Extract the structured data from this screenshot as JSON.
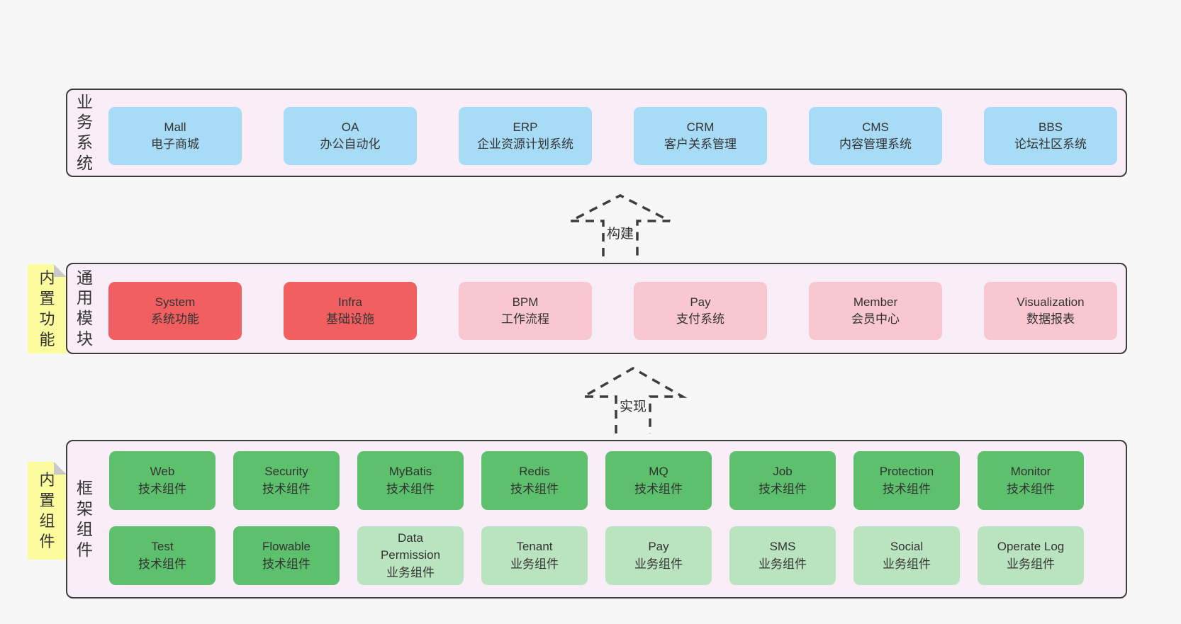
{
  "colors": {
    "page_bg": "#f7f7f7",
    "band_bg": "#f9eef7",
    "band_border": "#3d3d3d",
    "box_blue": "#a7dbf6",
    "box_red": "#f15f60",
    "box_pink": "#f9c7cf",
    "box_green_dark": "#5cc06d",
    "box_green_light": "#b9e4bf",
    "note_yellow": "#fcfc9e",
    "note_fold_gray": "#c9c9c9",
    "text": "#333333"
  },
  "arrows": [
    {
      "label": "构建"
    },
    {
      "label": "实现"
    }
  ],
  "bands": [
    {
      "label": "业务系统",
      "boxes": [
        {
          "title": "Mall",
          "subtitle": "电子商城"
        },
        {
          "title": "OA",
          "subtitle": "办公自动化"
        },
        {
          "title": "ERP",
          "subtitle": "企业资源计划系统"
        },
        {
          "title": "CRM",
          "subtitle": "客户关系管理"
        },
        {
          "title": "CMS",
          "subtitle": "内容管理系统"
        },
        {
          "title": "BBS",
          "subtitle": "论坛社区系统"
        }
      ]
    },
    {
      "label": "通用模块",
      "note": "内置功能",
      "boxes": [
        {
          "title": "System",
          "subtitle": "系统功能"
        },
        {
          "title": "Infra",
          "subtitle": "基础设施"
        },
        {
          "title": "BPM",
          "subtitle": "工作流程"
        },
        {
          "title": "Pay",
          "subtitle": "支付系统"
        },
        {
          "title": "Member",
          "subtitle": "会员中心"
        },
        {
          "title": "Visualization",
          "subtitle": "数据报表"
        }
      ]
    },
    {
      "label": "框架组件",
      "note": "内置组件",
      "rows": [
        [
          {
            "title": "Web",
            "subtitle": "技术组件"
          },
          {
            "title": "Security",
            "subtitle": "技术组件"
          },
          {
            "title": "MyBatis",
            "subtitle": "技术组件"
          },
          {
            "title": "Redis",
            "subtitle": "技术组件"
          },
          {
            "title": "MQ",
            "subtitle": "技术组件"
          },
          {
            "title": "Job",
            "subtitle": "技术组件"
          },
          {
            "title": "Protection",
            "subtitle": "技术组件"
          },
          {
            "title": "Monitor",
            "subtitle": "技术组件"
          }
        ],
        [
          {
            "title": "Test",
            "subtitle": "技术组件"
          },
          {
            "title": "Flowable",
            "subtitle": "技术组件"
          },
          {
            "title": "Data Permission",
            "subtitle": "业务组件"
          },
          {
            "title": "Tenant",
            "subtitle": "业务组件"
          },
          {
            "title": "Pay",
            "subtitle": "业务组件"
          },
          {
            "title": "SMS",
            "subtitle": "业务组件"
          },
          {
            "title": "Social",
            "subtitle": "业务组件"
          },
          {
            "title": "Operate Log",
            "subtitle": "业务组件"
          }
        ]
      ]
    }
  ]
}
